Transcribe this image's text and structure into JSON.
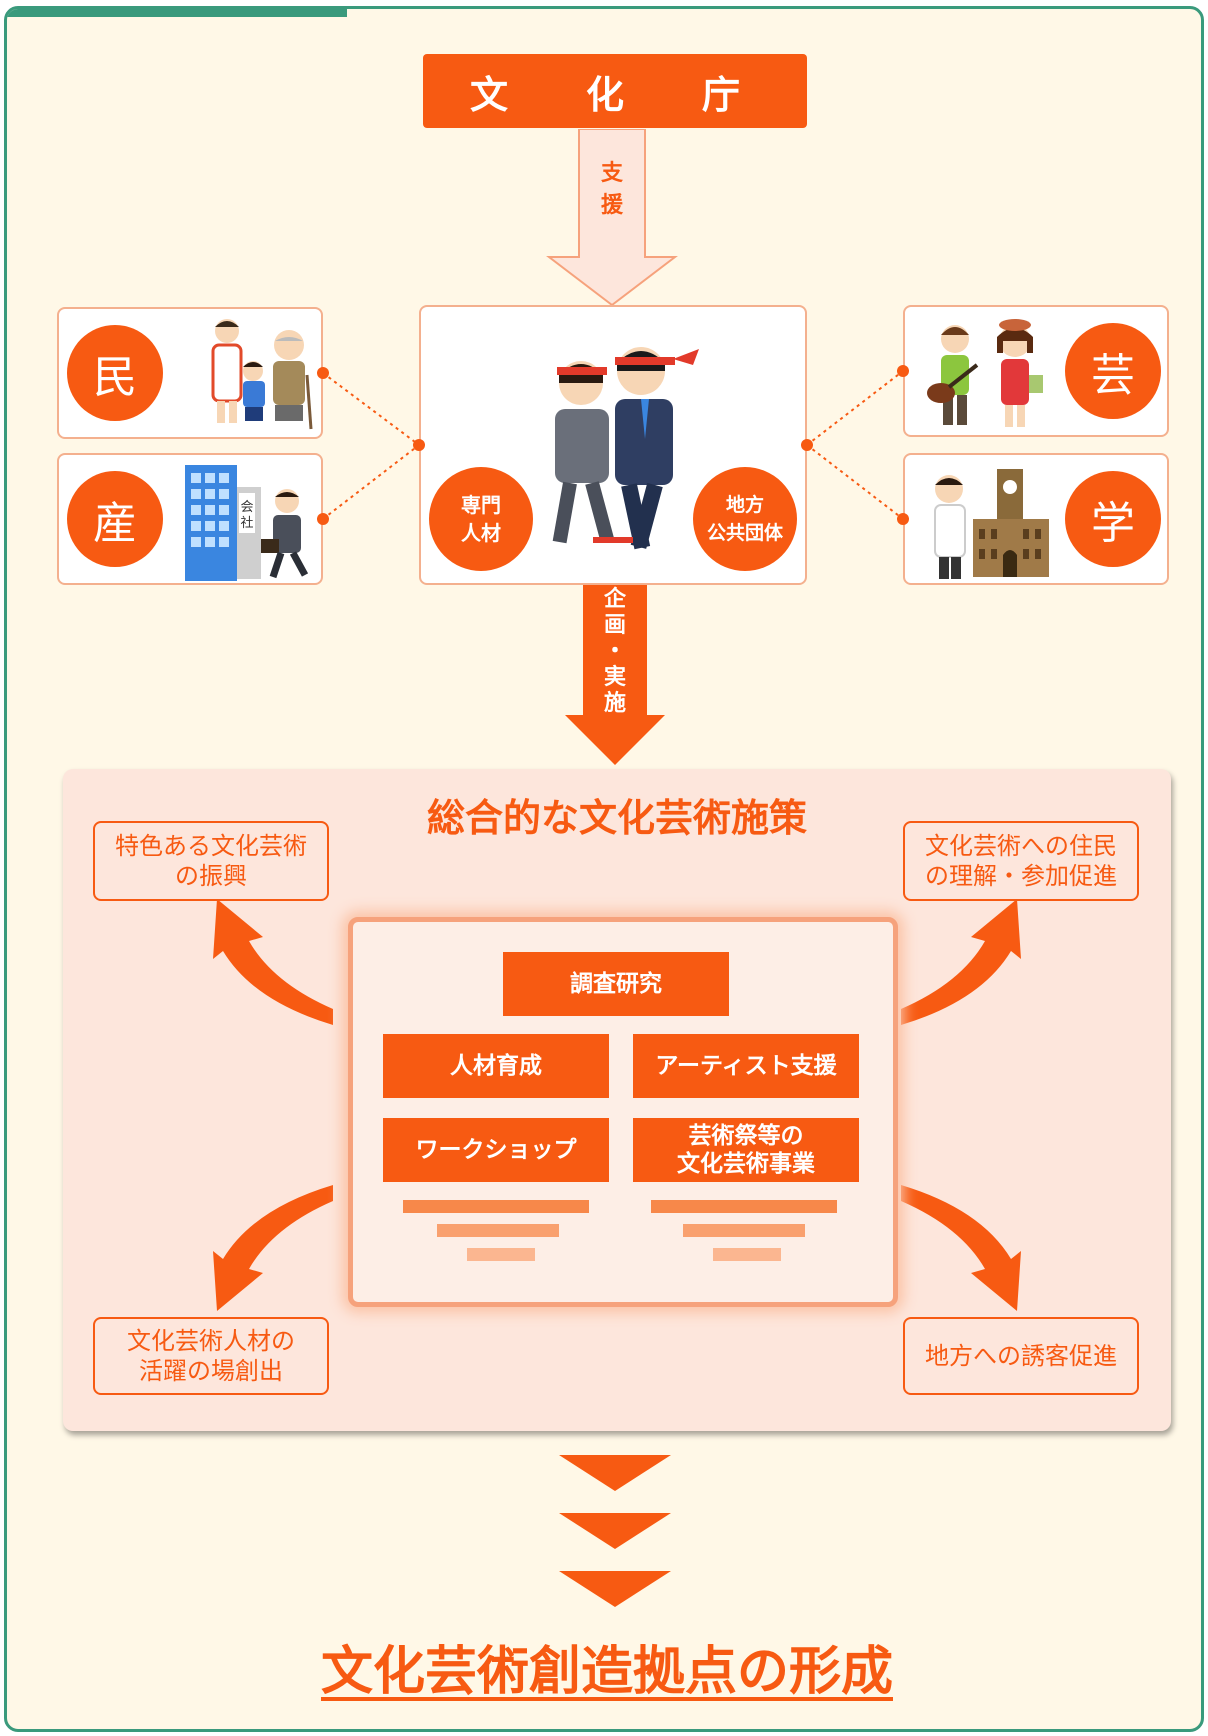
{
  "top": {
    "agency": "文　化　庁",
    "support_arrow": [
      "支",
      "援"
    ]
  },
  "sectors": {
    "min": "民",
    "san": "産",
    "gei": "芸",
    "gaku": "学",
    "company_sign": "会社"
  },
  "partners": {
    "left": "専門\n人材",
    "right": "地方\n公共団体"
  },
  "plan_arrow": [
    "企",
    "画",
    "・",
    "実",
    "施"
  ],
  "policy": {
    "title": "総合的な文化芸術施策",
    "effects": {
      "top_left": "特色ある文化芸術\nの振興",
      "top_right": "文化芸術への住民\nの理解・参加促進",
      "bottom_left": "文化芸術人材の\n活躍の場創出",
      "bottom_right": "地方への誘客促進"
    },
    "activities": {
      "research": "調査研究",
      "training": "人材育成",
      "artist_support": "アーティスト支援",
      "workshop": "ワークショップ",
      "festival": "芸術祭等の\n文化芸術事業"
    }
  },
  "result": "文化芸術創造拠点の形成",
  "colors": {
    "accent": "#f75a12",
    "frame": "#3a9a7c",
    "background": "#fff8e7",
    "panel_fill": "#fde6dc"
  }
}
